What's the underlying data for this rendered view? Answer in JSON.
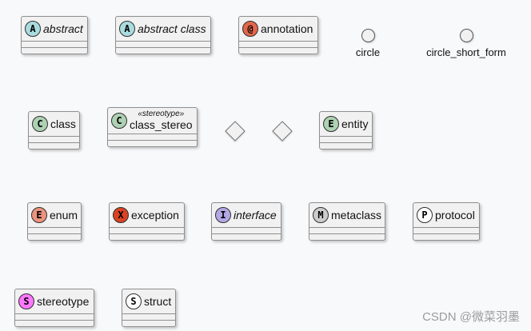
{
  "colors": {
    "abstract": "#a9dcdf",
    "annotation": "#e3664a",
    "class": "#add1b2",
    "entity": "#add1b2",
    "enum": "#eb937f",
    "exception": "#d94321",
    "interface": "#b4a7e5",
    "metaclass": "#cccccc",
    "protocol": "#ffffff",
    "stereotype": "#ff77ff",
    "struct": "#ffffff"
  },
  "nodes": [
    {
      "id": "abstract",
      "letter": "A",
      "name": "abstract",
      "italic": true
    },
    {
      "id": "abstract-class",
      "letter": "A",
      "name": "abstract class",
      "italic": true
    },
    {
      "id": "annotation",
      "letter": "@",
      "name": "annotation",
      "italic": false
    },
    {
      "id": "class",
      "letter": "C",
      "name": "class",
      "italic": false
    },
    {
      "id": "class-stereo",
      "letter": "C",
      "stereotype": "«stereotype»",
      "name": "class_stereo",
      "italic": false
    },
    {
      "id": "entity",
      "letter": "E",
      "name": "entity",
      "italic": false
    },
    {
      "id": "enum",
      "letter": "E",
      "name": "enum",
      "italic": false
    },
    {
      "id": "exception",
      "letter": "X",
      "name": "exception",
      "italic": false
    },
    {
      "id": "interface",
      "letter": "I",
      "name": "interface",
      "italic": true
    },
    {
      "id": "metaclass",
      "letter": "M",
      "name": "metaclass",
      "italic": false
    },
    {
      "id": "protocol",
      "letter": "P",
      "name": "protocol",
      "italic": false
    },
    {
      "id": "stereotype",
      "letter": "S",
      "name": "stereotype",
      "italic": false
    },
    {
      "id": "struct",
      "letter": "S",
      "name": "struct",
      "italic": false
    }
  ],
  "circles": [
    {
      "id": "circle",
      "label": "circle"
    },
    {
      "id": "circle-short-form",
      "label": "circle_short_form"
    }
  ],
  "watermark": "CSDN @微菜羽墨"
}
